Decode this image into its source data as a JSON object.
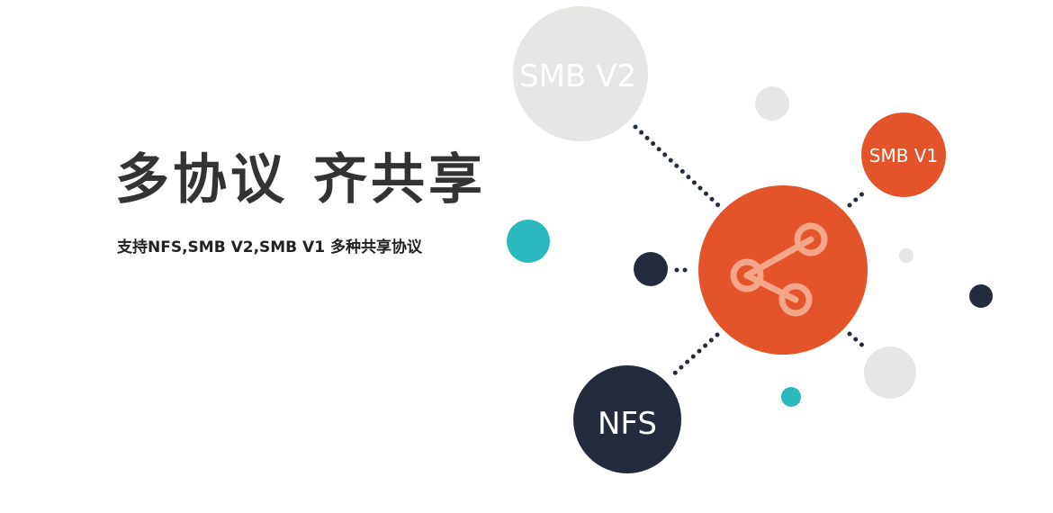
{
  "headline": {
    "part1": "多协议",
    "part2": "齐共享"
  },
  "subtitle": "支持NFS,SMB V2,SMB V1 多种共享协议",
  "nodes": {
    "smb_v2": "SMB V2",
    "smb_v1": "SMB V1",
    "nfs": "NFS"
  },
  "icons": {
    "center": "share-icon"
  },
  "colors": {
    "orange": "#e4542a",
    "navy": "#232b3c",
    "gray": "#e6e6e4",
    "teal": "#2bb9bf",
    "text": "#333333"
  }
}
